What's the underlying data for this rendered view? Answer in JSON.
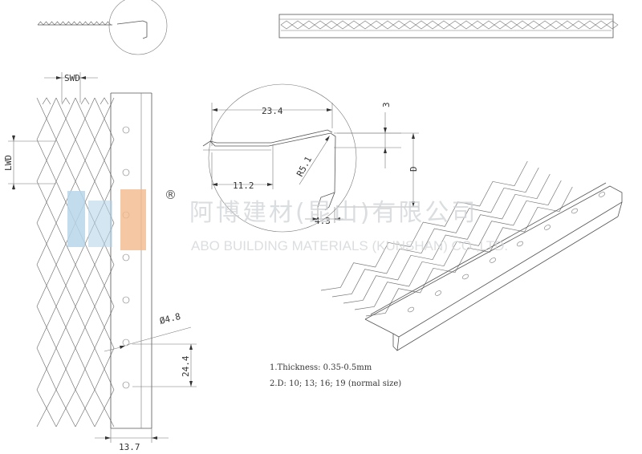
{
  "dimensions": {
    "swd": "SWD",
    "lwd": "LWD",
    "d234": "23.4",
    "d3": "3",
    "r51": "R5.1",
    "d112": "11.2",
    "dD": "D",
    "d43": "4.3",
    "d48": "Ø4.8",
    "d244": "24.4",
    "d137": "13.7"
  },
  "notes": {
    "line1": "1.Thickness: 0.35-0.5mm",
    "line2": "2.D: 10; 13; 16; 19 (normal size)"
  },
  "watermark": {
    "cn": "阿博建材(昆山)有限公司",
    "en": "ABO BUILDING MATERIALS (KUNSHAN) CO.,LTD.",
    "registered": "®"
  },
  "colors": {
    "line": "#555555",
    "logo_blue": "#b7d5ea",
    "logo_orange": "#f3b98c"
  }
}
